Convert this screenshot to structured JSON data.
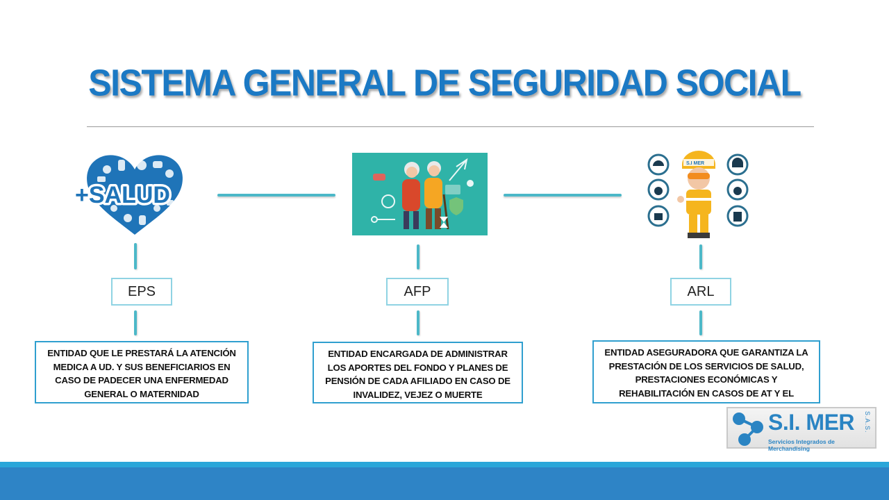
{
  "title": "SISTEMA GENERAL DE SEGURIDAD SOCIAL",
  "colors": {
    "title": "#1b79c4",
    "connector": "#4cb8c8",
    "box_border": "#2f9fcf",
    "footer": "#2e84c6"
  },
  "entities": [
    {
      "label": "EPS",
      "icon": "heart-health-icon",
      "icon_text": "+SALUD",
      "description": "ENTIDAD QUE LE PRESTARÁ LA ATENCIÓN MEDICA A UD. Y SUS BENEFICIARIOS EN CASO DE PADECER UNA ENFERMEDAD GENERAL O MATERNIDAD"
    },
    {
      "label": "AFP",
      "icon": "elderly-couple-pension-icon",
      "description": "ENTIDAD ENCARGADA DE ADMINISTRAR LOS APORTES DEL FONDO Y PLANES DE PENSIÓN DE CADA AFILIADO EN CASO DE INVALIDEZ, VEJEZ O MUERTE"
    },
    {
      "label": "ARL",
      "icon": "safety-worker-icon",
      "icon_text": "S.I MER",
      "description": "ENTIDAD ASEGURADORA QUE GARANTIZA LA PRESTACIÓN DE LOS SERVICIOS DE SALUD, PRESTACIONES ECONÓMICAS Y REHABILITACIÓN EN CASOS DE AT Y EL"
    }
  ],
  "logo": {
    "name": "S.I. MER",
    "suffix": "S.A.S.",
    "tagline": "Servicios Integrados de Merchandising"
  }
}
